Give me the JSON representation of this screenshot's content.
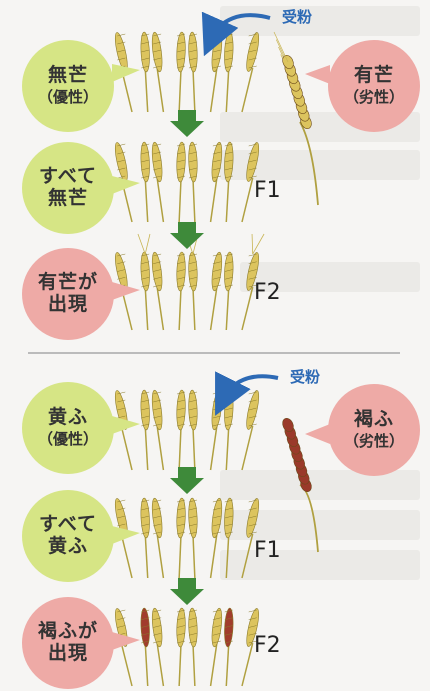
{
  "panels": [
    {
      "pollination_label": "受粉",
      "left_bubbles": [
        {
          "main": "無芒",
          "sub": "（優性）"
        },
        {
          "main": "すべて\n無芒",
          "sub": ""
        },
        {
          "main": "有芒が\n出現",
          "sub": ""
        }
      ],
      "right_bubble": {
        "main": "有芒",
        "sub": "（劣性）"
      },
      "generation_labels": [
        "F1",
        "F2"
      ],
      "colors": {
        "grain": "#d9c25a",
        "donor": "#d9c25a"
      }
    },
    {
      "pollination_label": "受粉",
      "left_bubbles": [
        {
          "main": "黄ふ",
          "sub": "（優性）"
        },
        {
          "main": "すべて\n黄ふ",
          "sub": ""
        },
        {
          "main": "褐ふが\n出現",
          "sub": ""
        }
      ],
      "right_bubble": {
        "main": "褐ふ",
        "sub": "（劣性）"
      },
      "generation_labels": [
        "F1",
        "F2"
      ],
      "colors": {
        "grain": "#d9c25a",
        "donor": "#9a3a2a"
      }
    }
  ],
  "colors": {
    "green_bubble": "#d6e585",
    "pink_bubble": "#eeaaa6",
    "arrow_down": "#3e8a3a",
    "arrow_curve": "#2d6ab5"
  }
}
